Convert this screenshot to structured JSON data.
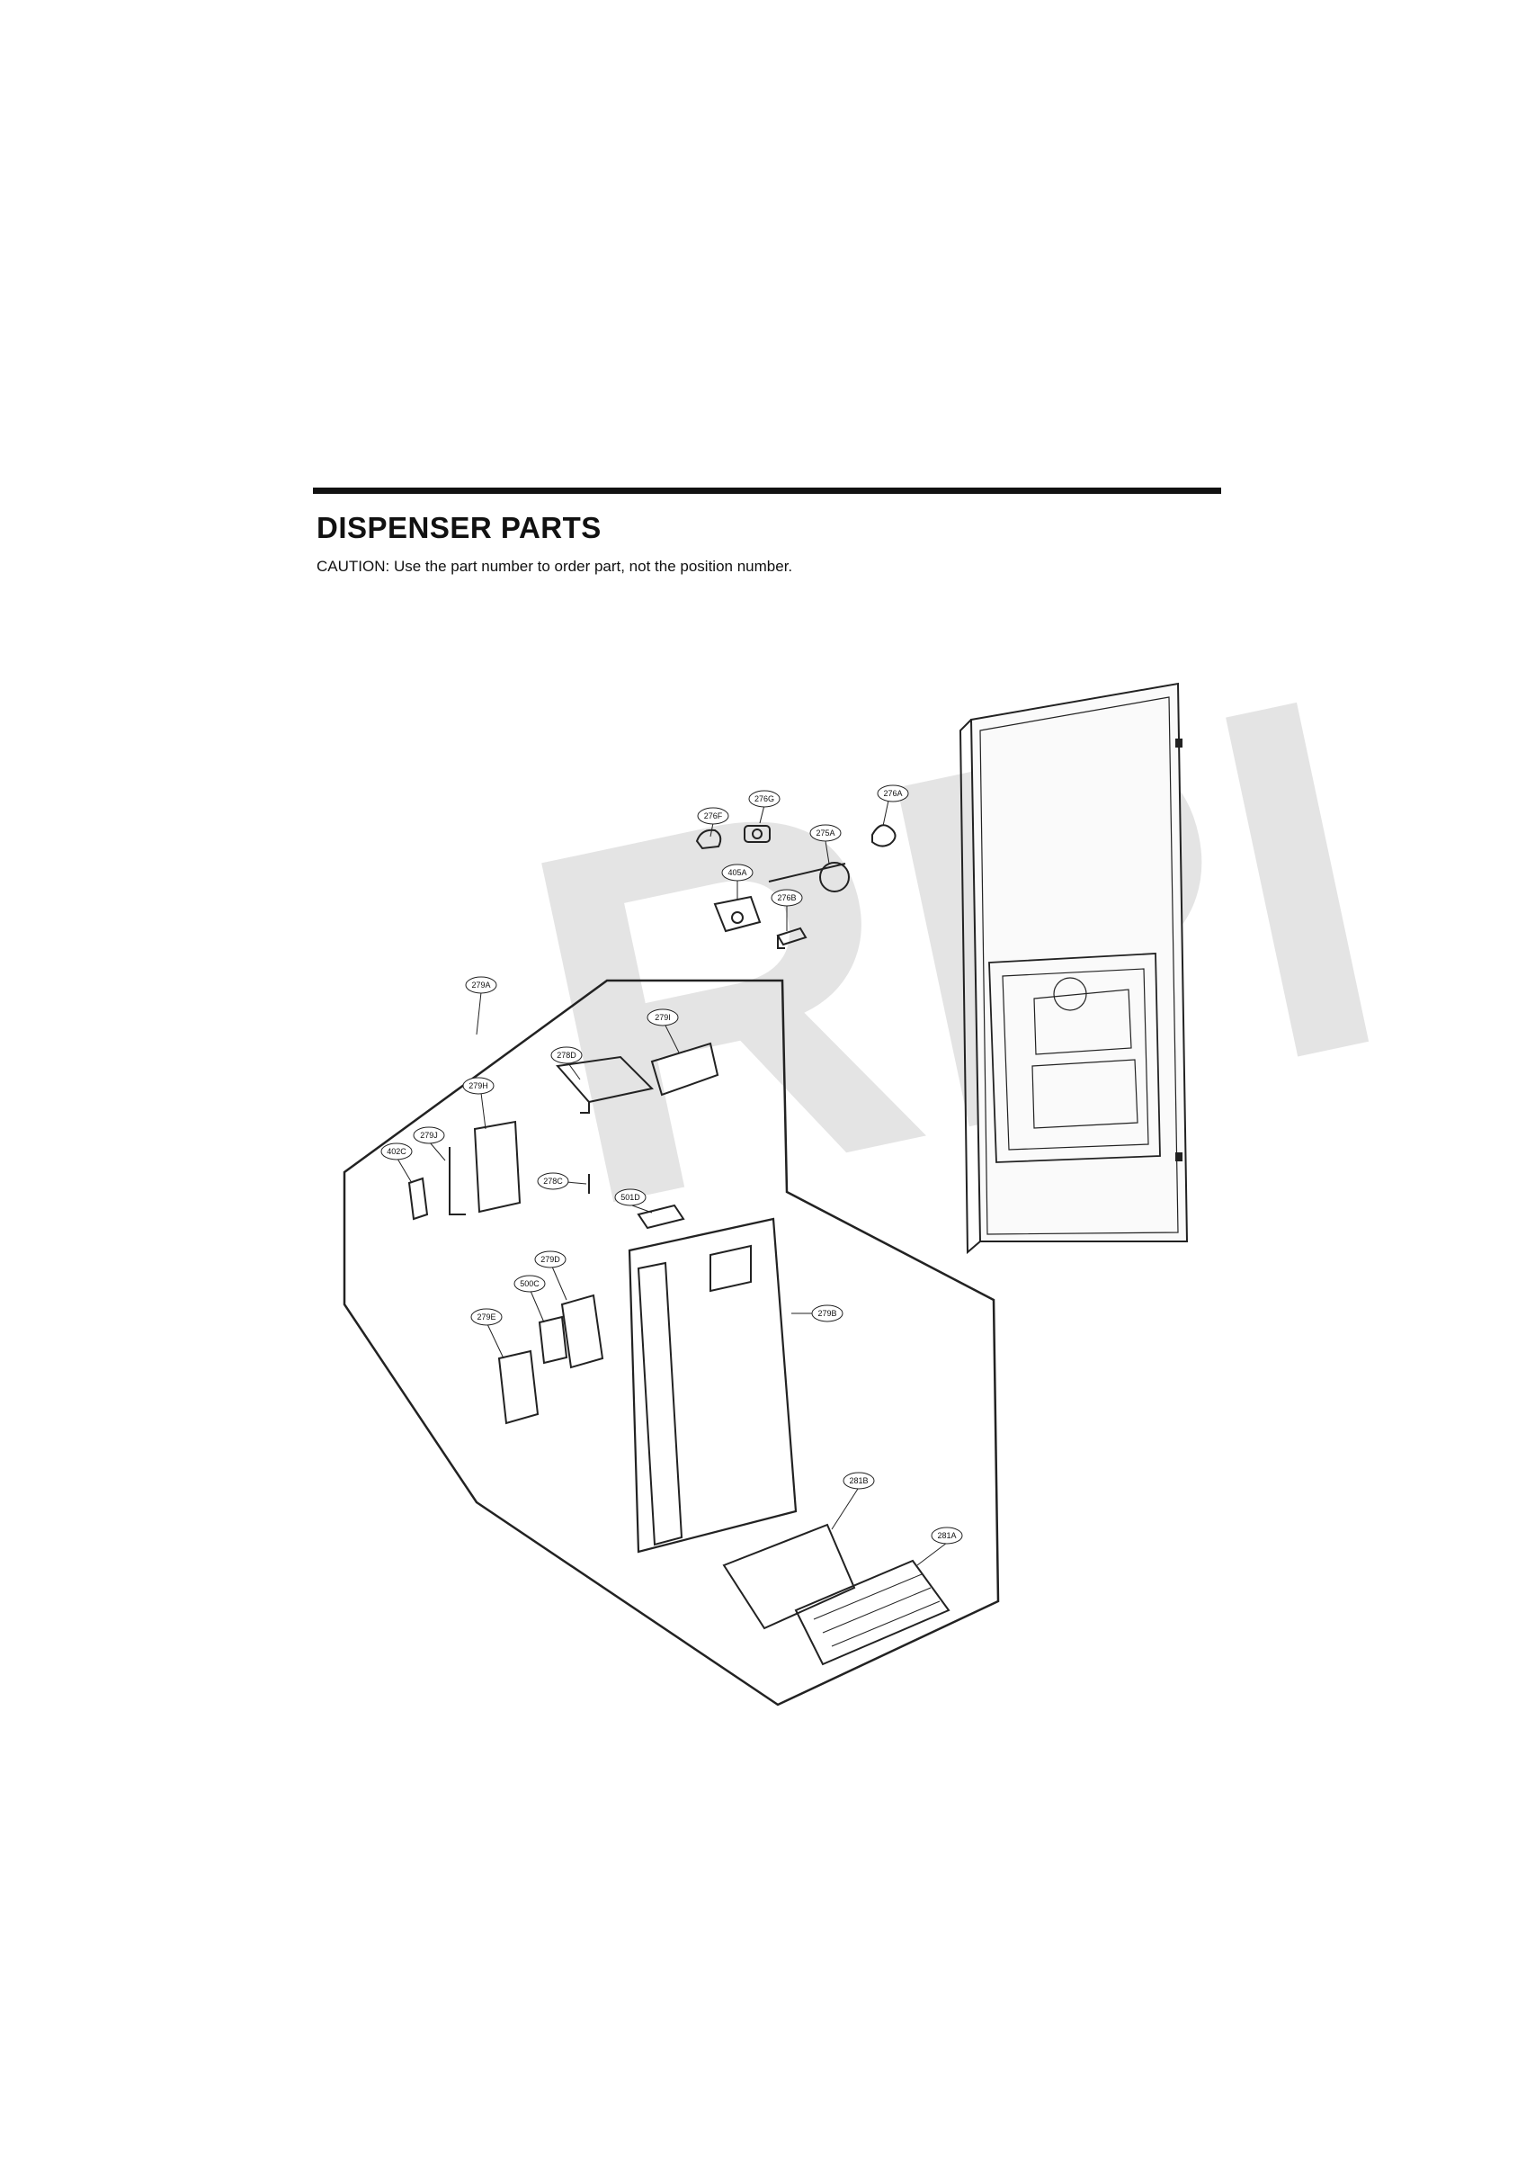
{
  "header": {
    "title": "DISPENSER PARTS",
    "caution": "CAUTION: Use the part number to order part, not the position number."
  },
  "watermark": {
    "text": "RPI",
    "color": "#e4e4e4"
  },
  "parts": {
    "p276A": "276A",
    "p276G": "276G",
    "p276F": "276F",
    "p275A": "275A",
    "p405A": "405A",
    "p276B": "276B",
    "p279A": "279A",
    "p279I": "279I",
    "p278D": "278D",
    "p279H": "279H",
    "p279J": "279J",
    "p402C": "402C",
    "p278C": "278C",
    "p501D": "501D",
    "p279D": "279D",
    "p500C": "500C",
    "p279B": "279B",
    "p279E": "279E",
    "p281B": "281B",
    "p281A": "281A"
  }
}
